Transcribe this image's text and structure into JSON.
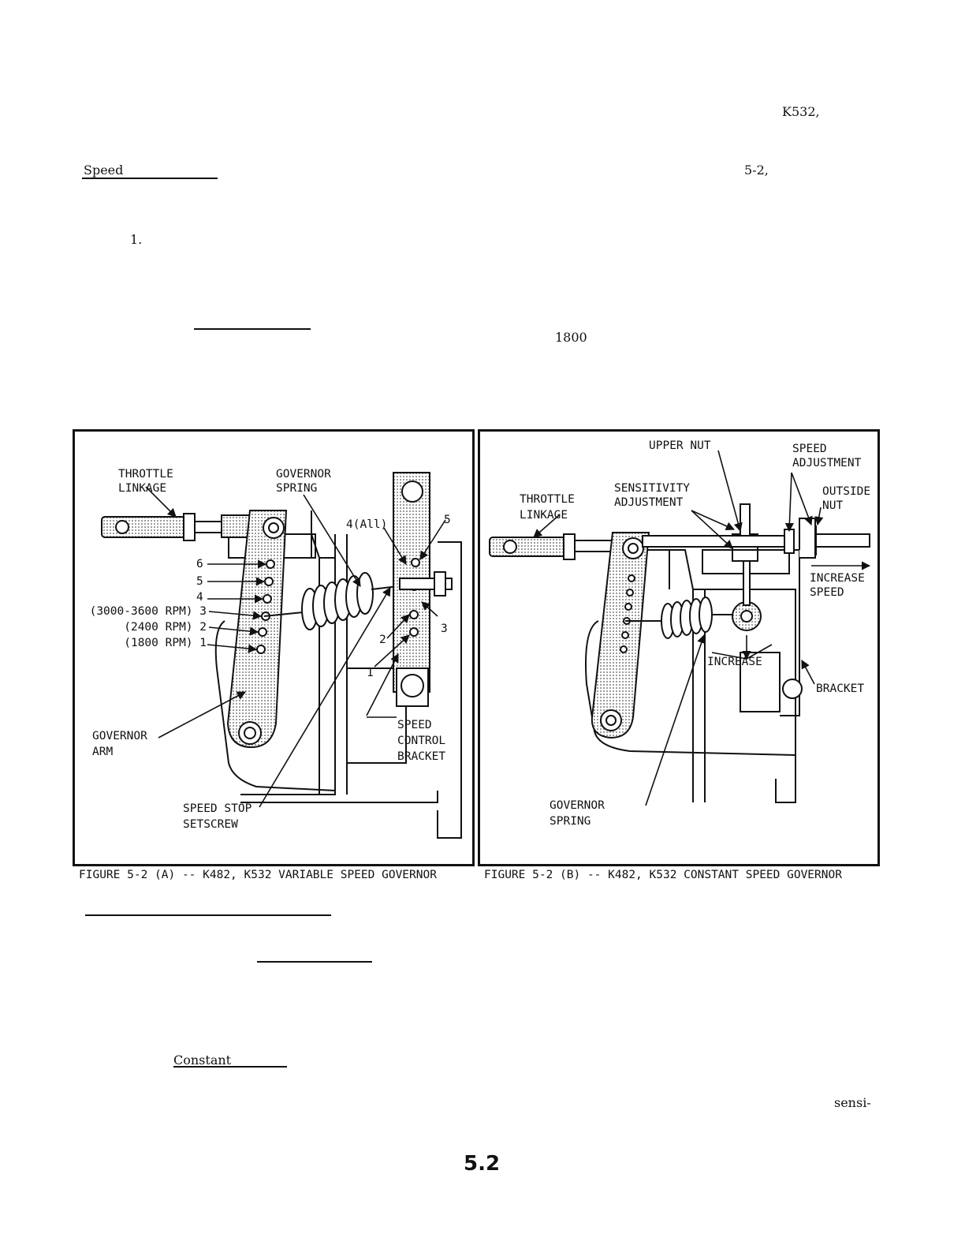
{
  "fragments": {
    "model": "K532,",
    "speed": "Speed",
    "fig_ref": "5-2,",
    "step1": "1.",
    "rpm": "1800",
    "constant": "Constant",
    "sensi": "sensi-"
  },
  "figure_a": {
    "caption": "FIGURE 5-2 (A) -- K482, K532 VARIABLE SPEED GOVERNOR",
    "labels": {
      "throttle1": "THROTTLE",
      "throttle2": "LINKAGE",
      "gov_spring1": "GOVERNOR",
      "gov_spring2": "SPRING",
      "hole_all": "4(All)",
      "hole5_right": "5",
      "hole6": "6",
      "hole5": "5",
      "hole4": "4",
      "hole3": "(3000-3600 RPM) 3",
      "hole2": "(2400 RPM) 2",
      "hole1": "(1800 RPM) 1",
      "bracket2": "2",
      "bracket3": "3",
      "bracket1": "1",
      "gov_arm1": "GOVERNOR",
      "gov_arm2": "ARM",
      "bracket_a": "SPEED",
      "bracket_b": "CONTROL",
      "bracket_c": "BRACKET",
      "stop1": "SPEED STOP",
      "stop2": "SETSCREW"
    }
  },
  "figure_b": {
    "caption": "FIGURE 5-2 (B) -- K482, K532 CONSTANT SPEED GOVERNOR",
    "labels": {
      "upper_nut": "UPPER NUT",
      "speed_adj1": "SPEED",
      "speed_adj2": "ADJUSTMENT",
      "sens1": "SENSITIVITY",
      "sens2": "ADJUSTMENT",
      "outside1": "OUTSIDE",
      "outside2": "NUT",
      "throttle1": "THROTTLE",
      "throttle2": "LINKAGE",
      "inc_speed1": "INCREASE",
      "inc_speed2": "SPEED",
      "increase": "INCREASE",
      "bracket": "BRACKET",
      "gov_spring1": "GOVERNOR",
      "gov_spring2": "SPRING"
    }
  },
  "page_number": "5.2"
}
